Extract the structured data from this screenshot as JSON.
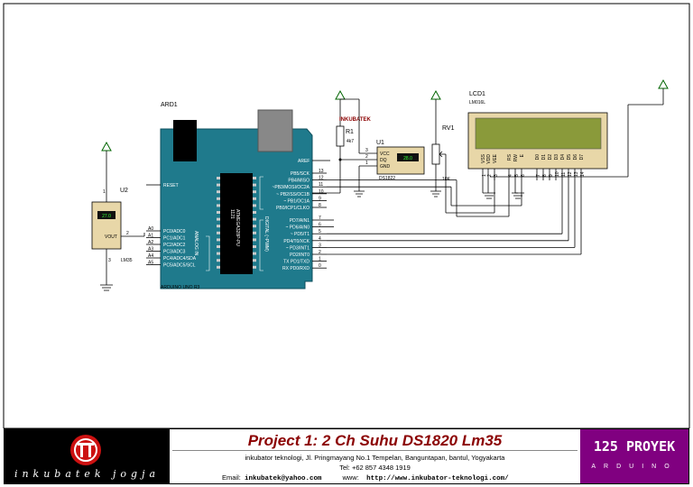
{
  "schematic": {
    "arduino": {
      "ref": "ARD1",
      "model": "ARDUINO UNO R3",
      "chip_label": "ATMEGA328P-PU",
      "chip_number": "1121",
      "aref": "AREF",
      "reset": "RESET",
      "analog_section": "ANALOG IN",
      "digital_section": "DIGITAL (~PWM)",
      "analog_pins": [
        "PC0/ADC0",
        "PC1/ADC1",
        "PC2/ADC2",
        "PC3/ADC3",
        "PC4/ADC4/SDA",
        "PC5/ADC5/SCL"
      ],
      "analog_nums": [
        "A0",
        "A1",
        "A2",
        "A3",
        "A4",
        "A5"
      ],
      "portb_pins": [
        "PB5/SCK",
        "PB4/MISO",
        "~PB3/MOSI/OC2A",
        "~ PB2/SS/OC1B",
        "~ PB1/OC1A",
        "PB0/ICP1/CLKO"
      ],
      "portb_nums": [
        "13",
        "12",
        "11",
        "10",
        "9",
        "8"
      ],
      "portd_pins": [
        "PD7/AIN1",
        "~ PD6/AIN0",
        "~ PD5/T1",
        "PD4/T0/XCK",
        "~ PD3/INT1",
        "PD2/INT0",
        "TX PD1/TXD",
        "RX PD0/RXD"
      ],
      "portd_nums": [
        "7",
        "6",
        "5",
        "4",
        "3",
        "2",
        "1",
        "0"
      ]
    },
    "lm35": {
      "ref": "U2",
      "model": "LM35",
      "display": "27.0",
      "pin_out": "VOUT",
      "pin1": "1",
      "pin2": "2",
      "pin3": "3"
    },
    "ds1822": {
      "ref": "U1",
      "model": "DS1822",
      "display": "28.0",
      "pins": [
        "VCC",
        "DQ",
        "GND"
      ],
      "pin_nums": [
        "3",
        "2",
        "1"
      ]
    },
    "resistor": {
      "ref": "R1",
      "value": "4k7"
    },
    "pot": {
      "ref": "RV1",
      "value": "10K"
    },
    "lcd": {
      "ref": "LCD1",
      "model": "LM016L",
      "pins": [
        "VSS",
        "VDD",
        "VEE",
        "RS",
        "RW",
        "E",
        "D0",
        "D1",
        "D2",
        "D3",
        "D4",
        "D5",
        "D6",
        "D7"
      ],
      "pin_nums": [
        "1",
        "2",
        "3",
        "4",
        "5",
        "6",
        "7",
        "8",
        "9",
        "10",
        "11",
        "12",
        "13",
        "14"
      ]
    },
    "watermark": "INKUBATEK"
  },
  "footer": {
    "logo_text": "inkubatek jogja",
    "project_title": "Project 1: 2 Ch Suhu DS1820 Lm35",
    "address": "inkubator teknologi, Jl. Pringmayang No.1 Tempelan, Banguntapan, bantul, Yogyakarta",
    "tel": "Tel: +62 857 4348 1919",
    "email_label": "Email:",
    "email": "inkubatek@yahoo.com",
    "www_label": "www:",
    "website": "http://www.inkubator-teknologi.com/",
    "brand_title": "125 PROYEK",
    "brand_sub": "ARDUINO"
  },
  "colors": {
    "board": "#1f7a8c",
    "power_symbol": "#006400",
    "lcd_screen": "#8a9a3a",
    "brand": "#800080",
    "title": "#8b0000",
    "watermark": "#8b0000"
  }
}
